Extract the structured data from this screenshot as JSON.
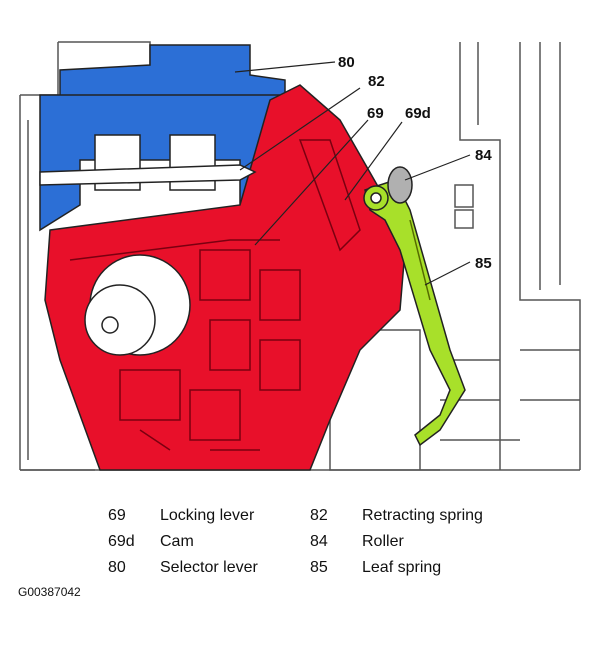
{
  "callouts": {
    "c80": "80",
    "c82": "82",
    "c69": "69",
    "c69d": "69d",
    "c84": "84",
    "c85": "85"
  },
  "legend": {
    "left": [
      {
        "num": "69",
        "label": "Locking lever"
      },
      {
        "num": "69d",
        "label": "Cam"
      },
      {
        "num": "80",
        "label": "Selector lever"
      }
    ],
    "right": [
      {
        "num": "82",
        "label": "Retracting spring"
      },
      {
        "num": "84",
        "label": "Roller"
      },
      {
        "num": "85",
        "label": "Leaf spring"
      }
    ]
  },
  "figure_id": "G00387042",
  "colors": {
    "locking_lever": "#e8102a",
    "selector_lever": "#2c6fd6",
    "leaf_spring": "#a8e02a",
    "roller": "#b0b0b0",
    "outline": "#222222"
  }
}
